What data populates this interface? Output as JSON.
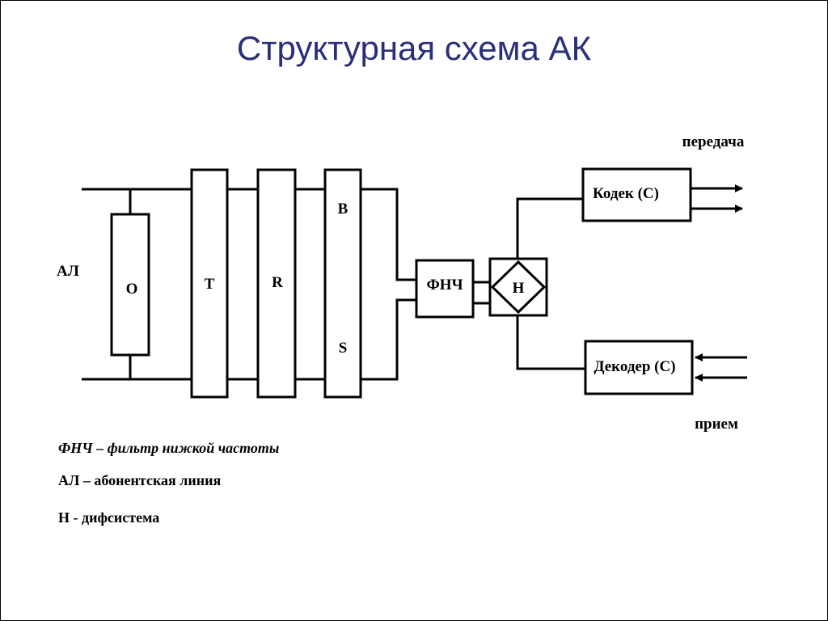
{
  "slide": {
    "title": "Структурная схема АК"
  },
  "diagram": {
    "line_label": "АЛ",
    "block_o": "О",
    "block_t": "Т",
    "block_r": "R",
    "block_b": "B",
    "block_s": "S",
    "lpf_label": "ФНЧ",
    "hybrid_label": "Н",
    "codec_label": "Кодек (С)",
    "decoder_label": "Декодер (С)",
    "transmit_label": "передача",
    "receive_label": "прием"
  },
  "legend": {
    "line1": "ФНЧ – фильтр нижкой частоты",
    "line2": "АЛ – абонентская линия",
    "line3": "Н - дифсистема"
  }
}
